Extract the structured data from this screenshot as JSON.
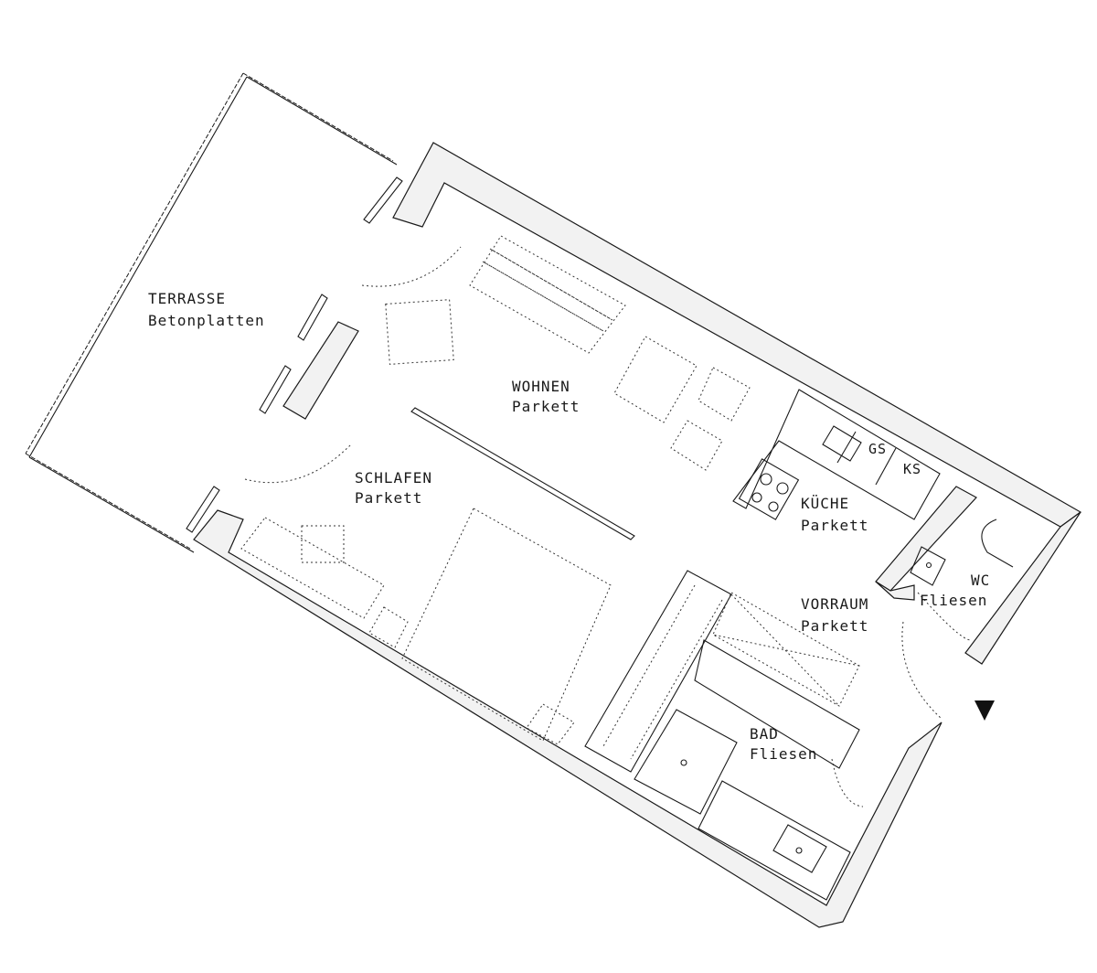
{
  "rooms": {
    "terrasse": {
      "name": "TERRASSE",
      "floor": "Betonplatten"
    },
    "wohnen": {
      "name": "WOHNEN",
      "floor": "Parkett"
    },
    "schlafen": {
      "name": "SCHLAFEN",
      "floor": "Parkett"
    },
    "kueche": {
      "name": "KÜCHE",
      "floor": "Parkett"
    },
    "wc": {
      "name": "WC",
      "floor": "Fliesen"
    },
    "vorraum": {
      "name": "VORRAUM",
      "floor": "Parkett"
    },
    "bad": {
      "name": "BAD",
      "floor": "Fliesen"
    }
  },
  "appliances": {
    "gs": "GS",
    "ks": "KS"
  },
  "entrance": {
    "icon": "entrance-arrow-icon"
  },
  "colors": {
    "wall_fill": "#f2f2f2",
    "line": "#1a1a1a",
    "background": "#ffffff"
  }
}
